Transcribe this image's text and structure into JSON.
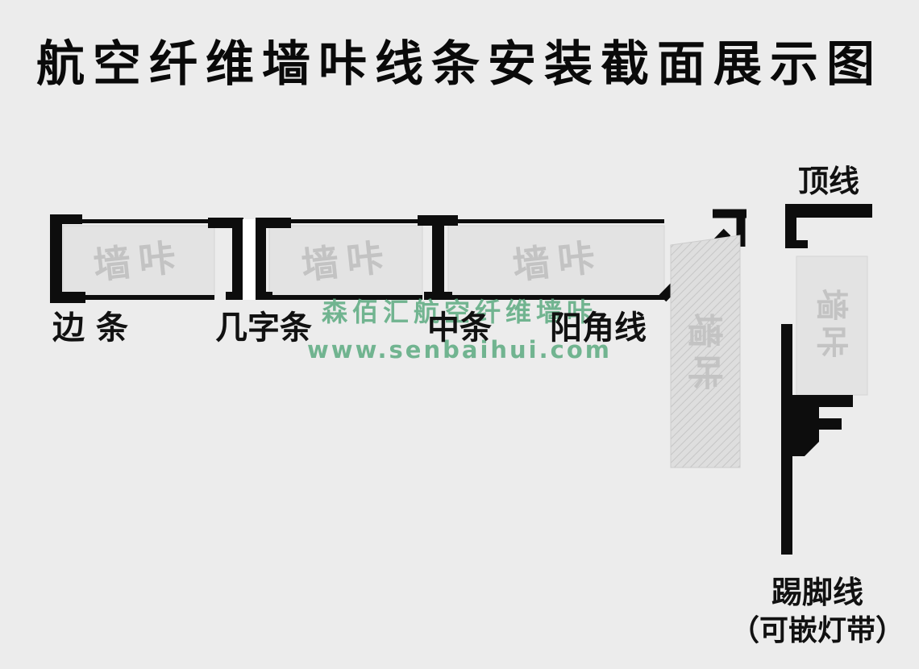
{
  "title": "航空纤维墙咔线条安装截面展示图",
  "panel_watermark": "墙咔",
  "labels": {
    "edge": "边 条",
    "jizi": "几字条",
    "middle": "中条",
    "corner": "阳角线",
    "crown": "顶线",
    "skirting": "踢脚线",
    "skirting_note": "（可嵌灯带）"
  },
  "brand_watermark": {
    "name": "森佰汇航空纤维墙咔",
    "url": "www.senbaihui.com",
    "color": "#5cab80"
  },
  "colors": {
    "background": "#ececec",
    "panel_fill": "#e3e3e3",
    "panel_text": "#c3c3c3",
    "profile_black": "#0d0d0d",
    "watermark_green": "#5cab80"
  }
}
